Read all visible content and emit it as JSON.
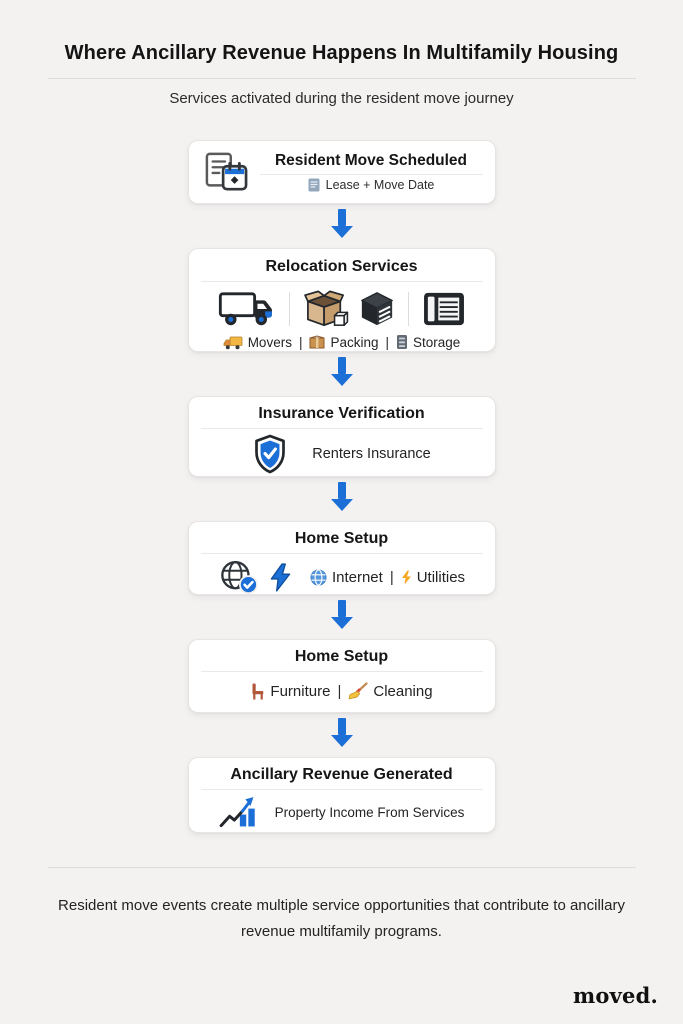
{
  "header": {
    "title": "Where Ancillary Revenue Happens In Multifamily Housing",
    "subtitle": "Services activated during the resident move journey"
  },
  "flow": {
    "separator": "|",
    "cards": [
      {
        "title": "Resident Move Scheduled",
        "icon": "document-calendar-icon",
        "detail_icon": "lease-document-icon",
        "detail": "Lease + Move Date"
      },
      {
        "title": "Relocation Services",
        "icons": [
          "moving-truck-icon",
          "packing-box-icon",
          "storage-cube-icon",
          "storage-unit-icon"
        ],
        "tags": [
          {
            "icon": "truck-emoji-icon",
            "label": "Movers"
          },
          {
            "icon": "package-emoji-icon",
            "label": "Packing"
          },
          {
            "icon": "cabinet-emoji-icon",
            "label": "Storage"
          }
        ]
      },
      {
        "title": "Insurance Verification",
        "icon": "shield-check-icon",
        "detail": "Renters Insurance"
      },
      {
        "title": "Home Setup",
        "icons": [
          "globe-check-icon",
          "bolt-icon"
        ],
        "tags": [
          {
            "icon": "globe-emoji-icon",
            "label": "Internet"
          },
          {
            "icon": "bolt-emoji-icon",
            "label": "Utilities"
          }
        ]
      },
      {
        "title": "Home Setup",
        "tags": [
          {
            "icon": "chair-emoji-icon",
            "label": "Furniture"
          },
          {
            "icon": "broom-emoji-icon",
            "label": "Cleaning"
          }
        ]
      },
      {
        "title": "Ancillary Revenue Generated",
        "icon": "growth-chart-icon",
        "detail": "Property Income From Services"
      }
    ]
  },
  "footer": {
    "note": "Resident move events create multiple service opportunities that contribute to ancillary revenue multifamily programs.",
    "brand": "moved."
  },
  "colors": {
    "accent": "#1b6fd6",
    "background": "#f4f2f1",
    "card": "#ffffff",
    "text": "#1c1c1c"
  }
}
